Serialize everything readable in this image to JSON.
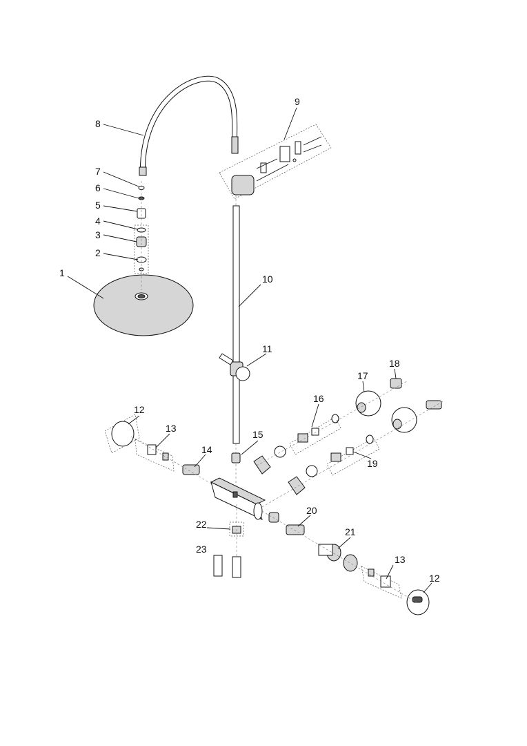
{
  "labels": [
    "1",
    "2",
    "3",
    "4",
    "5",
    "6",
    "7",
    "8",
    "9",
    "10",
    "11",
    "12",
    "13",
    "14",
    "15",
    "16",
    "17",
    "18",
    "19",
    "20",
    "21",
    "22",
    "23",
    "12",
    "13"
  ]
}
